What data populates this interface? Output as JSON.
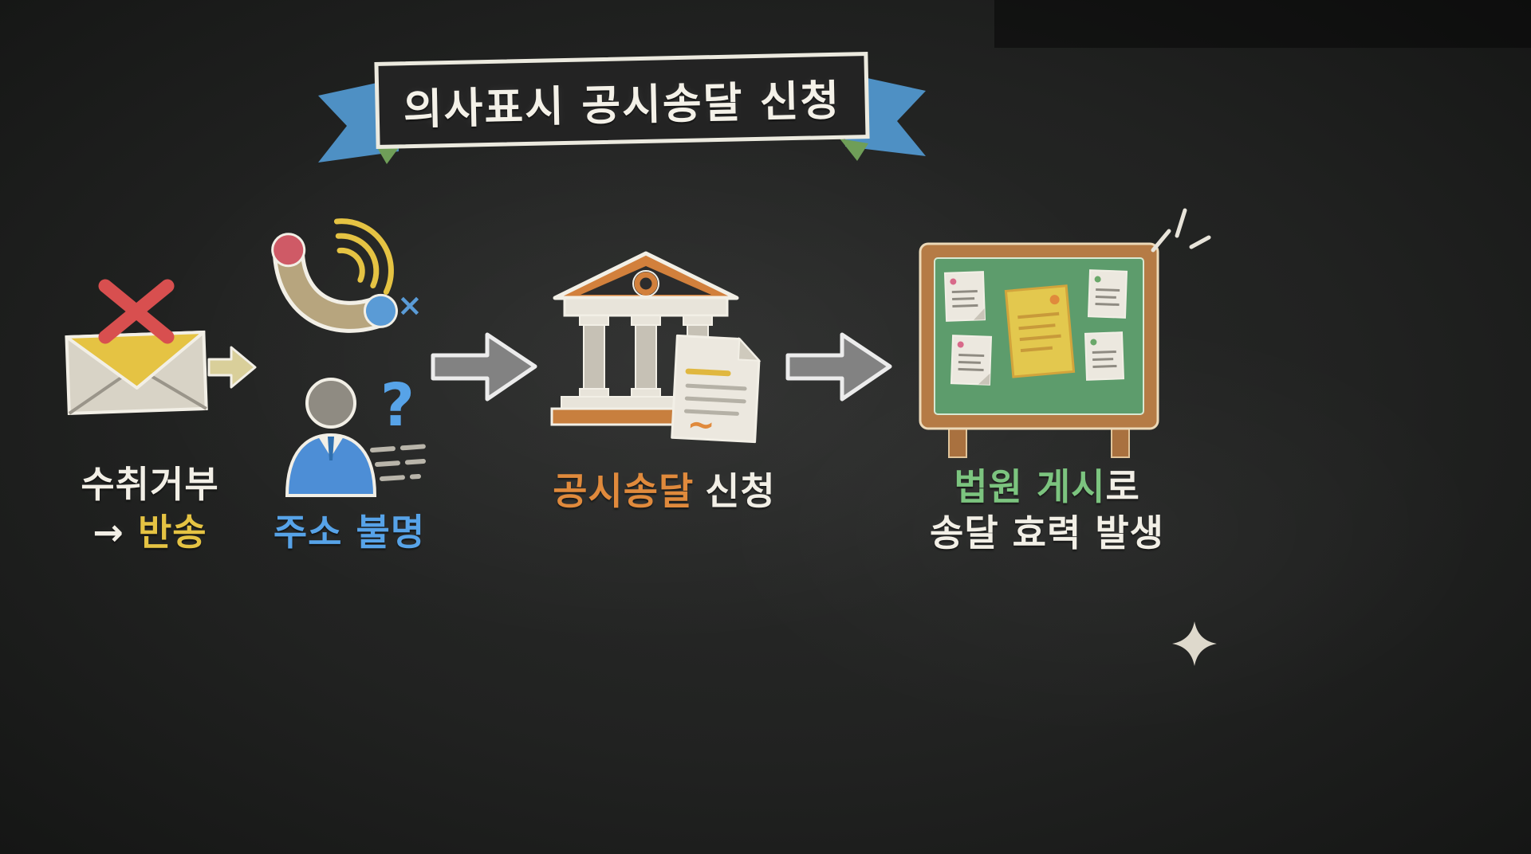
{
  "banner": {
    "title": "의사표시 공시송달 신청"
  },
  "flow": {
    "step1": {
      "line1": "수취거부",
      "arrow": "→",
      "line2": "반송"
    },
    "step2": {
      "label": "주소 불명",
      "question_mark": "?",
      "call_fail_mark": "×"
    },
    "step3": {
      "highlight": "공시송달",
      "rest": "신청",
      "doc_squiggle": "~"
    },
    "step4": {
      "highlight": "법원 게시",
      "suffix": "로",
      "line2": "송달 효력 발생"
    }
  },
  "icons": {
    "envelope": "envelope-returned-icon",
    "x_mark": "x-mark-icon",
    "return_arrow": "return-arrow-icon",
    "phone": "phone-call-icon",
    "sound_waves": "sound-waves-icon",
    "person": "unknown-person-icon",
    "flow_arrow": "flow-arrow-icon",
    "courthouse": "courthouse-icon",
    "document": "application-document-icon",
    "bulletin_board": "court-bulletin-board-icon",
    "sparkle_lines": "sparkle-lines-icon",
    "sparkle": "sparkle-icon"
  },
  "colors": {
    "background": "#222322",
    "chalk_white": "#f2efe6",
    "yellow": "#e5c343",
    "blue": "#57a3e8",
    "orange": "#e08a3c",
    "green": "#7cc47f",
    "red": "#d84f4f",
    "ribbon_blue": "#4e90c4",
    "board_green": "#5d9c6c",
    "frame_brown": "#b57b45"
  }
}
